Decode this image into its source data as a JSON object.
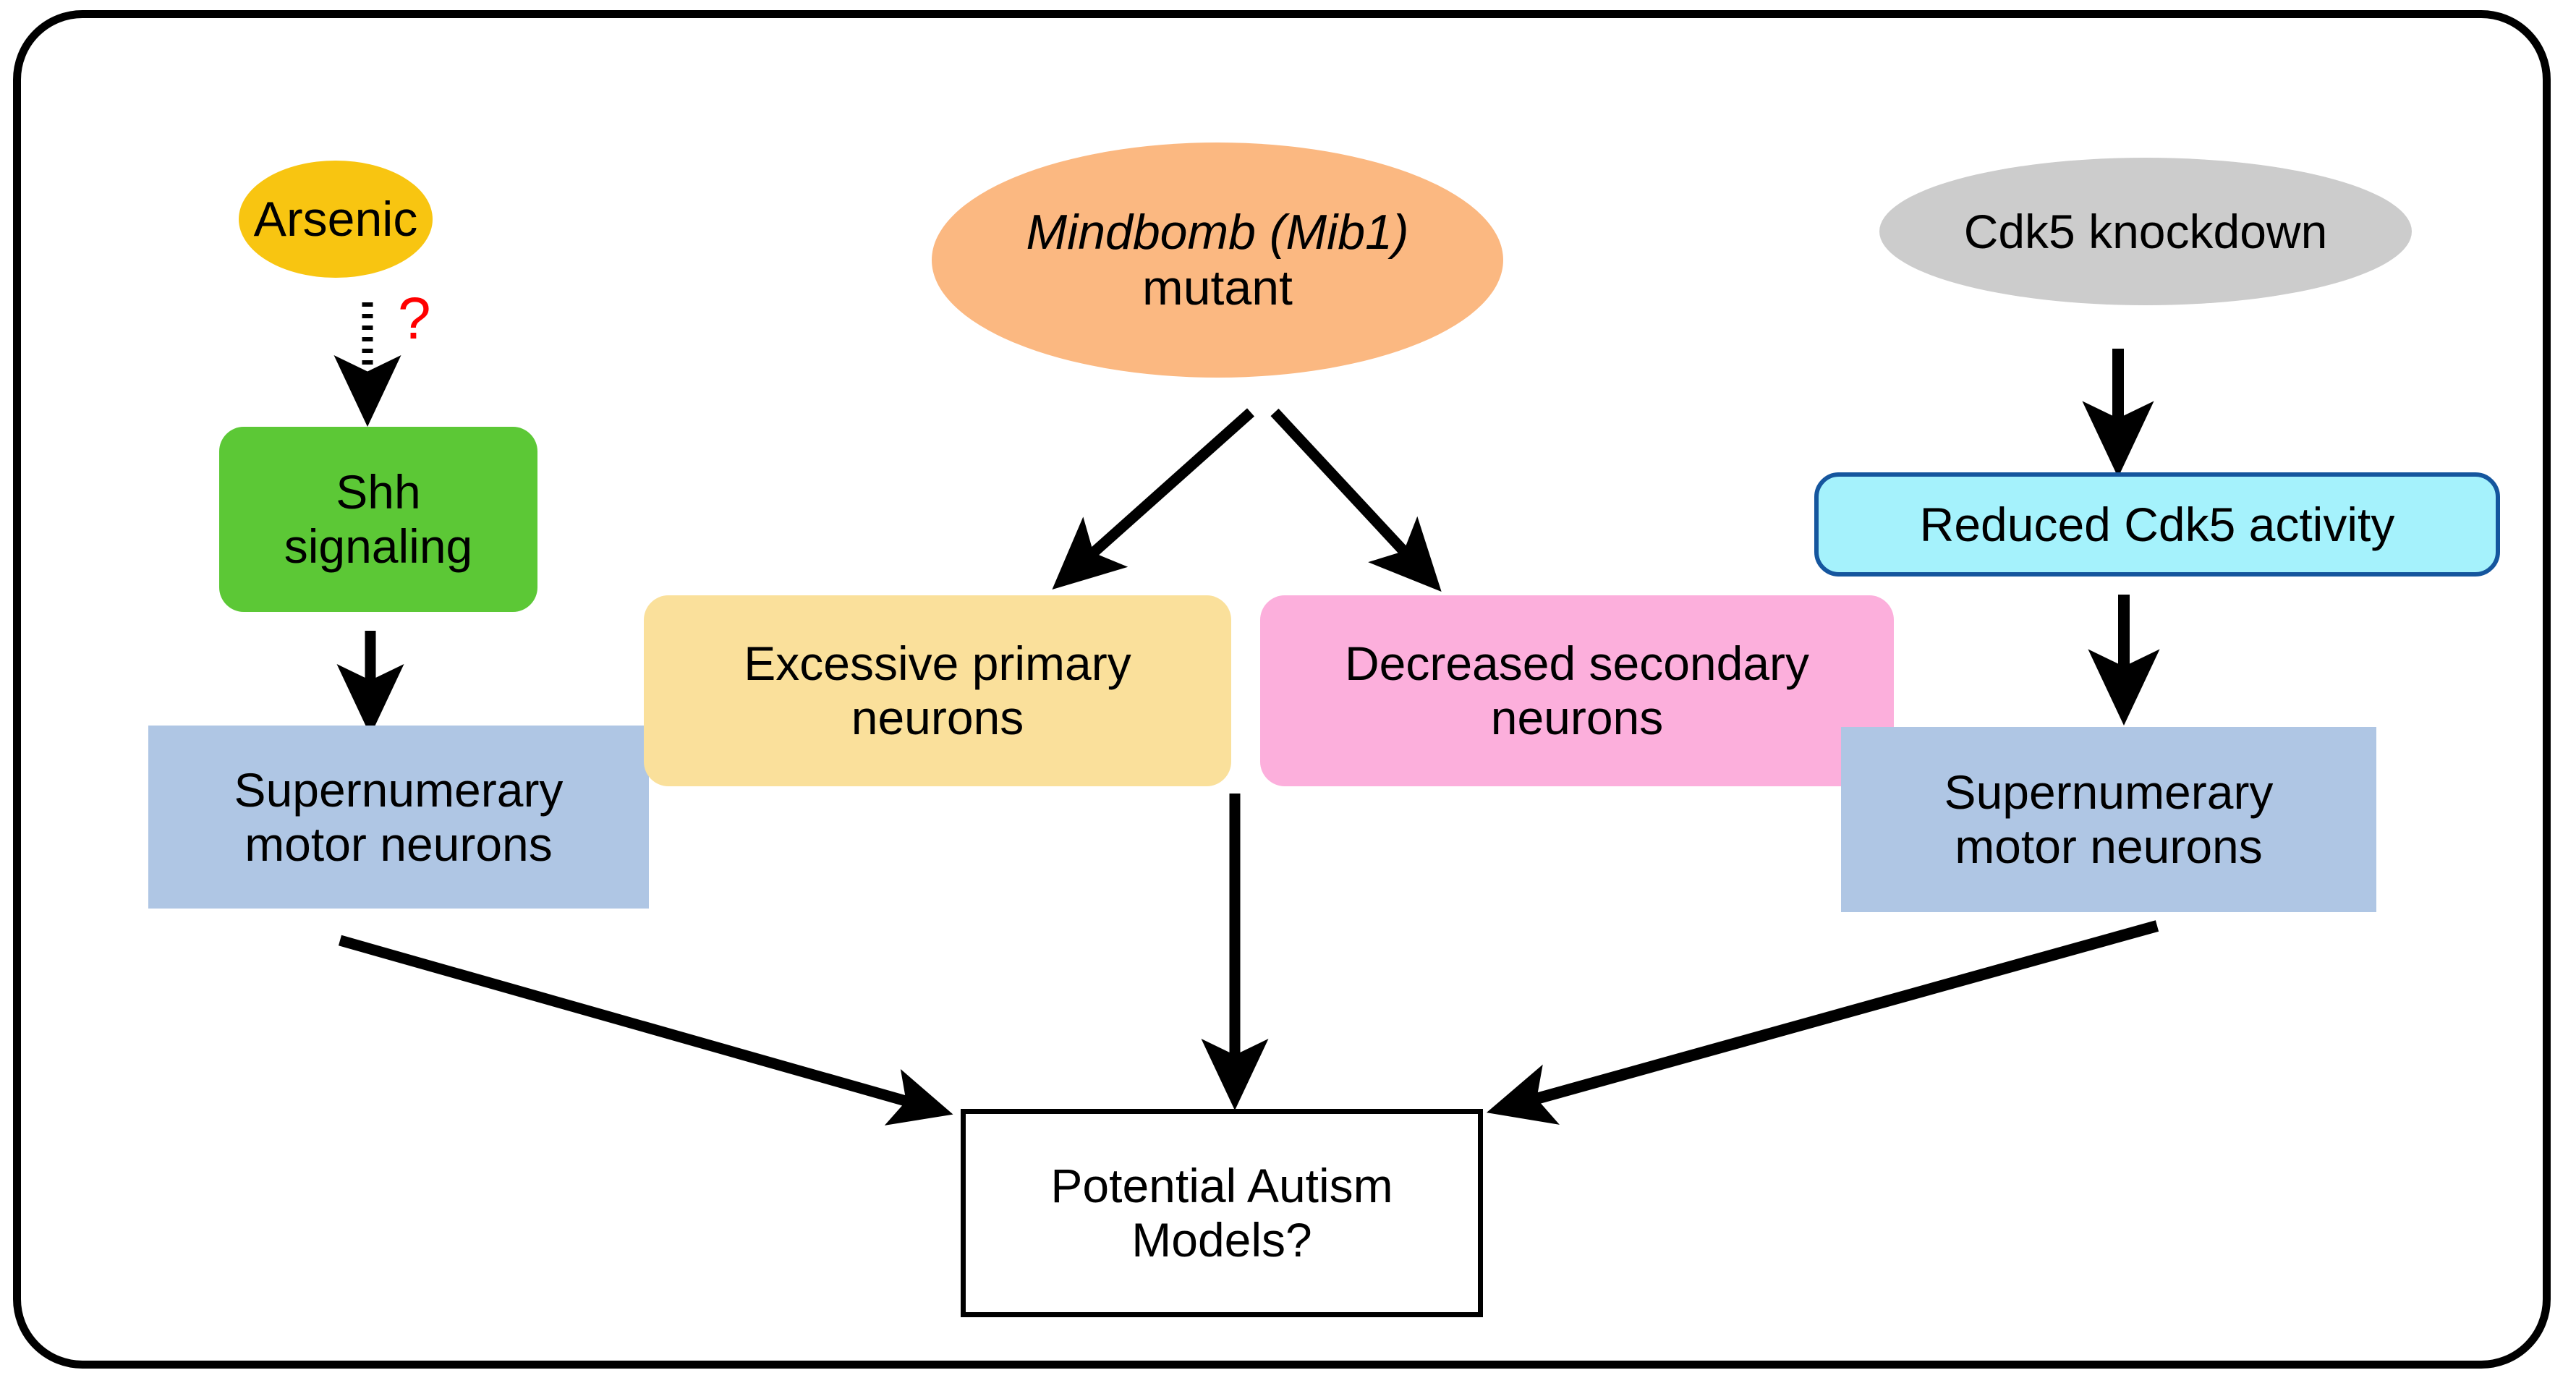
{
  "diagram": {
    "title_frame": "",
    "colors": {
      "arsenic": "#F8C511",
      "shh": "#5CC836",
      "supernumerary": "#AFC6E4",
      "mindbomb": "#FBB881",
      "excessive_primary": "#FAE09B",
      "decreased_secondary": "#FCAFDC",
      "cdk5_knockdown": "#CCCCCC",
      "reduced_cdk5_fill": "#A5F2FC",
      "reduced_cdk5_border": "#15569E",
      "autism_fill": "#FFFFFF",
      "autism_border": "#000000",
      "question_mark": "#FF0000",
      "arrow": "#000000",
      "frame_border": "#000000"
    },
    "nodes": {
      "arsenic": {
        "label": "Arsenic",
        "shape": "ellipse"
      },
      "shh": {
        "line1": "Shh",
        "line2": "signaling",
        "shape": "rounded-rect"
      },
      "supernumerary_left": {
        "line1": "Supernumerary",
        "line2": "motor neurons",
        "shape": "rect"
      },
      "mindbomb": {
        "line1": "Mindbomb (Mib1)",
        "line2": "mutant",
        "shape": "ellipse",
        "line1_style": "italic"
      },
      "excessive_primary": {
        "line1": "Excessive primary",
        "line2": "neurons",
        "shape": "rounded-rect"
      },
      "decreased_secondary": {
        "line1": "Decreased secondary",
        "line2": "neurons",
        "shape": "rounded-rect"
      },
      "cdk5_knockdown": {
        "label": "Cdk5 knockdown",
        "shape": "ellipse"
      },
      "reduced_cdk5": {
        "label": "Reduced Cdk5 activity",
        "shape": "rounded-rect"
      },
      "supernumerary_right": {
        "line1": "Supernumerary",
        "line2": "motor neurons",
        "shape": "rect"
      },
      "autism": {
        "line1": "Potential Autism",
        "line2": "Models?",
        "shape": "rect"
      }
    },
    "annotations": {
      "question_mark": "?"
    },
    "edges": [
      {
        "from": "arsenic",
        "to": "shh",
        "style": "dotted",
        "label": "?"
      },
      {
        "from": "shh",
        "to": "supernumerary_left",
        "style": "solid"
      },
      {
        "from": "mindbomb",
        "to": "excessive_primary",
        "style": "solid"
      },
      {
        "from": "mindbomb",
        "to": "decreased_secondary",
        "style": "solid"
      },
      {
        "from": "cdk5_knockdown",
        "to": "reduced_cdk5",
        "style": "solid"
      },
      {
        "from": "reduced_cdk5",
        "to": "supernumerary_right",
        "style": "solid"
      },
      {
        "from": "supernumerary_left",
        "to": "autism",
        "style": "solid"
      },
      {
        "from": "excessive_primary",
        "to": "autism",
        "style": "solid"
      },
      {
        "from": "supernumerary_right",
        "to": "autism",
        "style": "solid"
      }
    ]
  }
}
